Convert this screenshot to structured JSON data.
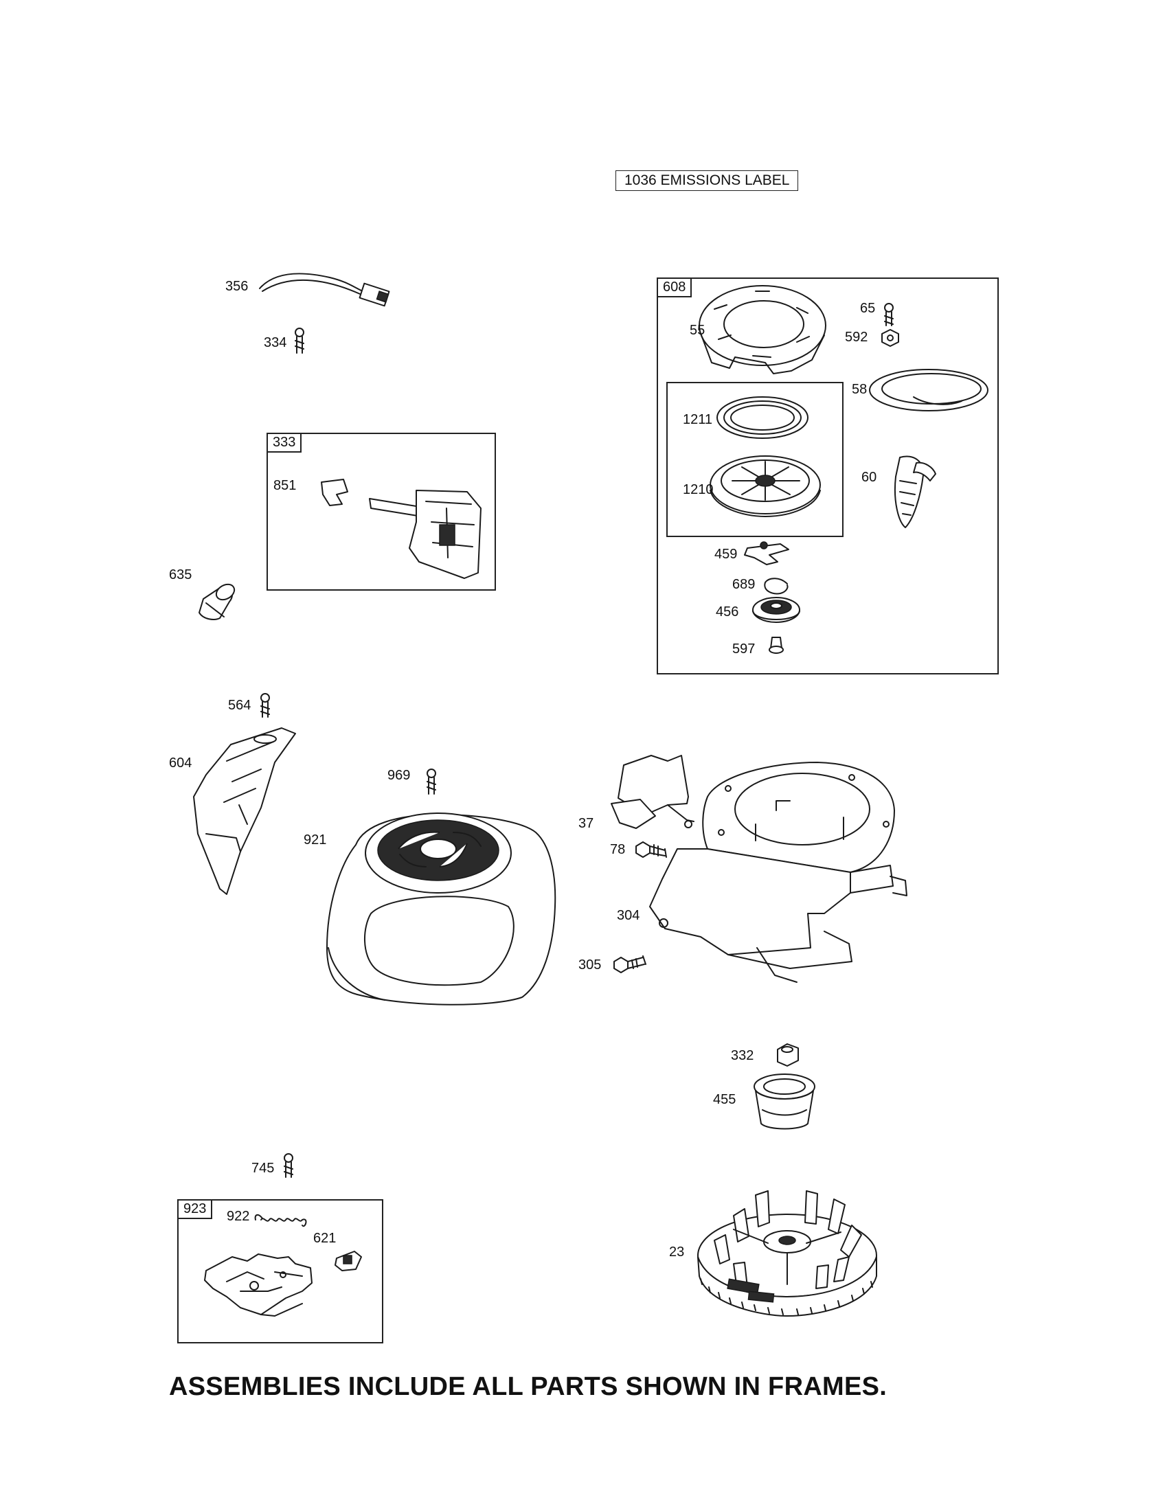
{
  "emissions_label": "1036 EMISSIONS LABEL",
  "footer_note": "ASSEMBLIES INCLUDE ALL PARTS SHOWN IN FRAMES.",
  "frames": {
    "f608": "608",
    "f333": "333",
    "f923": "923"
  },
  "callouts": {
    "p356": "356",
    "p334": "334",
    "p851": "851",
    "p635": "635",
    "p65": "65",
    "p55": "55",
    "p592": "592",
    "p58": "58",
    "p1211": "1211",
    "p1210": "1210",
    "p60": "60",
    "p459": "459",
    "p689": "689",
    "p456": "456",
    "p597": "597",
    "p564": "564",
    "p604": "604",
    "p969": "969",
    "p921": "921",
    "p37": "37",
    "p78": "78",
    "p304": "304",
    "p305": "305",
    "p332": "332",
    "p455": "455",
    "p745": "745",
    "p922": "922",
    "p621": "621",
    "p23": "23"
  }
}
